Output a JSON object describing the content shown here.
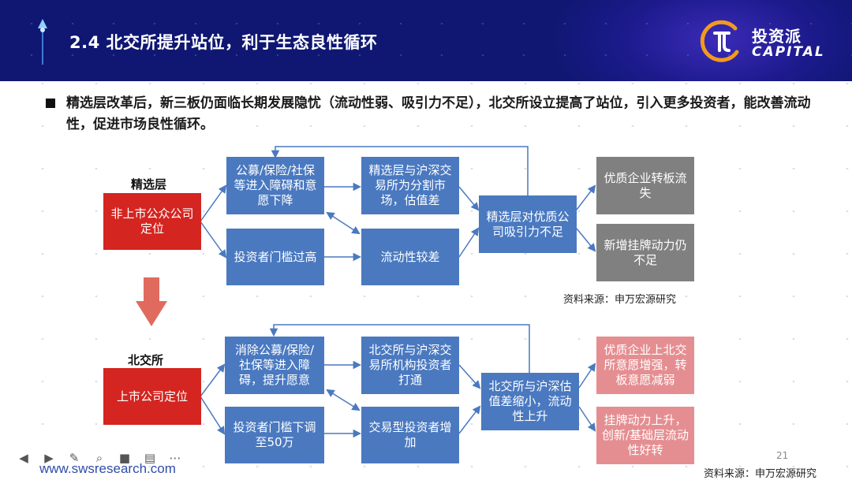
{
  "header": {
    "title": "2.4 北交所提升站位，利于生态良性循环",
    "logo_cn": "投资派",
    "logo_en": "CAPITAL"
  },
  "intro": "精选层改革后，新三板仍面临长期发展隐忧（流动性弱、吸引力不足），北交所设立提高了站位，引入更多投资者，能改善流动性，促进市场良性循环。",
  "top_flow": {
    "label": "精选层",
    "start": "非上市公众公司定位",
    "box_a": "公募/保险/社保等进入障碍和意愿下降",
    "box_b": "投资者门槛过高",
    "box_c": "精选层与沪深交易所为分割市场，估值差",
    "box_d": "流动性较差",
    "box_e": "精选层对优质公司吸引力不足",
    "out1": "优质企业转板流失",
    "out2": "新增挂牌动力仍不足",
    "source": "资料来源：申万宏源研究"
  },
  "bottom_flow": {
    "label": "北交所",
    "start": "上市公司定位",
    "box_a": "消除公募/保险/社保等进入障碍，提升愿意",
    "box_b": "投资者门槛下调至50万",
    "box_c": "北交所与沪深交易所机构投资者打通",
    "box_d": "交易型投资者增加",
    "box_e": "北交所与沪深估值差缩小，流动性上升",
    "out1": "优质企业上北交所意愿增强，转板意愿减弱",
    "out2": "挂牌动力上升，创新/基础层流动性好转",
    "source": "资料来源：申万宏源研究"
  },
  "footer": {
    "url": "www.swsresearch.com",
    "page": "21"
  },
  "colors": {
    "header_bg": "#0f1772",
    "blue_box": "#4a79c0",
    "red_box": "#d42520",
    "gray_box": "#808080",
    "pink_box": "#e58e91",
    "arrow": "#4a79c0",
    "down_arrow": "#e06a5e"
  }
}
